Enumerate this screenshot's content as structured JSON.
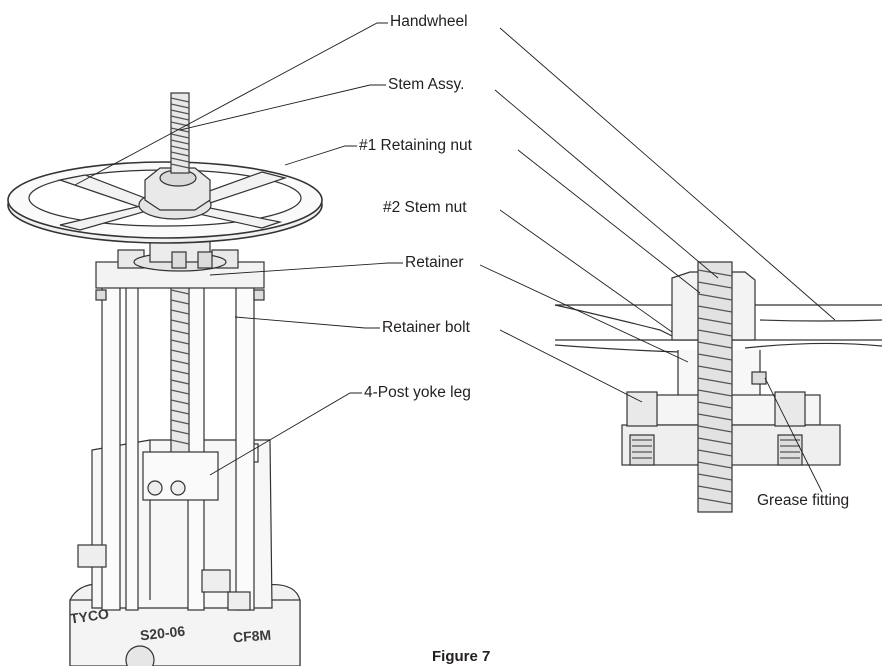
{
  "labels": {
    "handwheel": "Handwheel",
    "stem_assy": "Stem Assy.",
    "retaining_nut": "#1 Retaining nut",
    "stem_nut": "#2 Stem nut",
    "retainer": "Retainer",
    "retainer_bolt": "Retainer bolt",
    "yoke_leg": "4-Post yoke leg",
    "grease_fitting": "Grease fitting"
  },
  "castings": {
    "brand": "TYCO",
    "model": "S20-06",
    "material": "CF8M"
  },
  "caption": "Figure 7"
}
